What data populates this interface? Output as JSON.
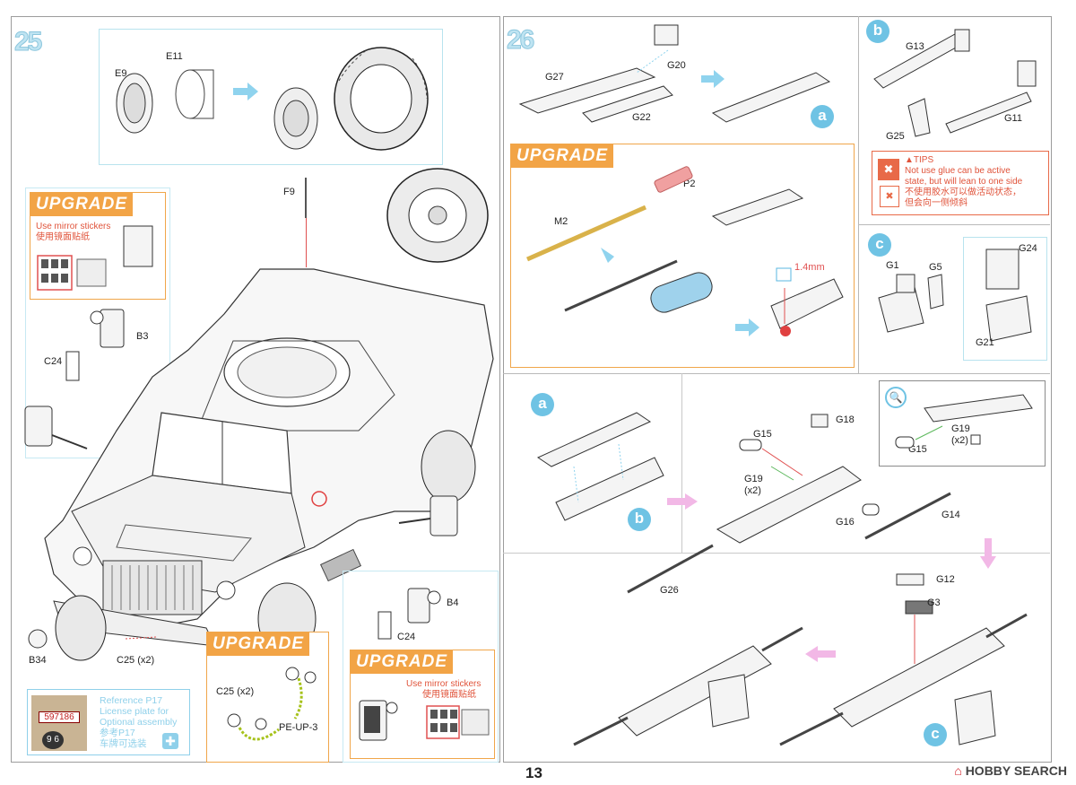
{
  "page": {
    "number": "13",
    "watermark": "HOBBY SEARCH"
  },
  "step25": {
    "number": "25",
    "parts": {
      "e9": "E9",
      "e11": "E11",
      "f9": "F9",
      "b3": "B3",
      "c24": "C24",
      "b4": "B4",
      "c24b": "C24",
      "b34": "B34",
      "c25": "C25 (x2)"
    },
    "upgrade_left": {
      "tag": "UPGRADE",
      "note_en": "Use mirror stickers",
      "note_cn": "使用镜面贴纸"
    },
    "upgrade_mid": {
      "tag": "UPGRADE",
      "c25": "C25 (x2)",
      "pe": "PE-UP-3"
    },
    "upgrade_right": {
      "tag": "UPGRADE",
      "note_en": "Use mirror stickers",
      "note_cn": "使用镜面贴纸"
    },
    "reference": {
      "line1": "Reference P17",
      "line2": "License plate for",
      "line3": "Optional assembly",
      "line4": "参考P17",
      "line5": "车牌可选装",
      "plate_number": "597186",
      "plate_code": "9 6"
    }
  },
  "step26": {
    "number": "26",
    "parts": {
      "g27": "G27",
      "g20": "G20",
      "g22": "G22"
    },
    "result_bubble": "a",
    "upgrade": {
      "tag": "UPGRADE",
      "p2": "P2",
      "m2": "M2",
      "dim": "1.4mm"
    }
  },
  "sub_b": {
    "bubble": "b",
    "parts": {
      "g13": "G13",
      "g11": "G11",
      "g25": "G25"
    },
    "tips": {
      "title": "▲TIPS",
      "line1": "Not use glue can be active",
      "line2": "state, but will lean to one side",
      "line3": "不使用胶水可以做活动状态，",
      "line4": "但会向一侧倾斜"
    }
  },
  "sub_c": {
    "bubble": "c",
    "parts": {
      "g1": "G1",
      "g5": "G5",
      "g24": "G24",
      "g21": "G21"
    }
  },
  "assembly": {
    "bubble_a": "a",
    "bubble_b": "b",
    "bubble_c": "c",
    "parts": {
      "g15": "G15",
      "g18": "G18",
      "g19": "G19\n(x2)",
      "g16": "G16",
      "g14": "G14",
      "g26": "G26",
      "g12": "G12",
      "g3": "G3"
    },
    "zoom": {
      "g19": "G19",
      "g19x": "(x2)",
      "g15": "G15"
    }
  }
}
